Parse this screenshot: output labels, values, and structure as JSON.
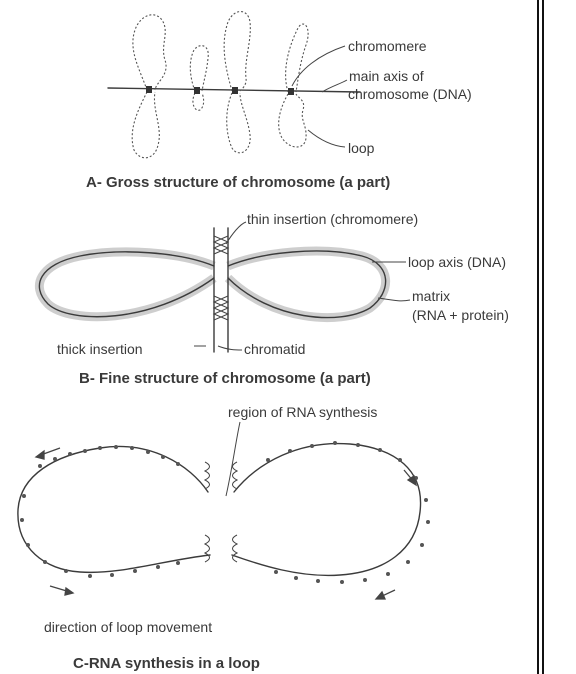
{
  "panel_a": {
    "labels": {
      "chromomere": "chromomere",
      "main_axis_1": "main axis of",
      "main_axis_2": "chromosome (DNA)",
      "loop": "loop"
    },
    "caption": "A- Gross structure of chromosome (a part)"
  },
  "panel_b": {
    "labels": {
      "thin_insertion": "thin insertion (chromomere)",
      "loop_axis": "loop axis (DNA)",
      "matrix_1": "matrix",
      "matrix_2": "(RNA + protein)",
      "thick_insertion": "thick insertion",
      "chromatid": "chromatid"
    },
    "caption": "B- Fine structure of chromosome (a part)"
  },
  "panel_c": {
    "labels": {
      "rna_region": "region of RNA synthesis",
      "direction": "direction of loop movement"
    },
    "caption": "C-RNA synthesis in a loop"
  },
  "colors": {
    "ink": "#3b3b3b",
    "matrix": "#bdbdbd",
    "border": "#111111"
  }
}
